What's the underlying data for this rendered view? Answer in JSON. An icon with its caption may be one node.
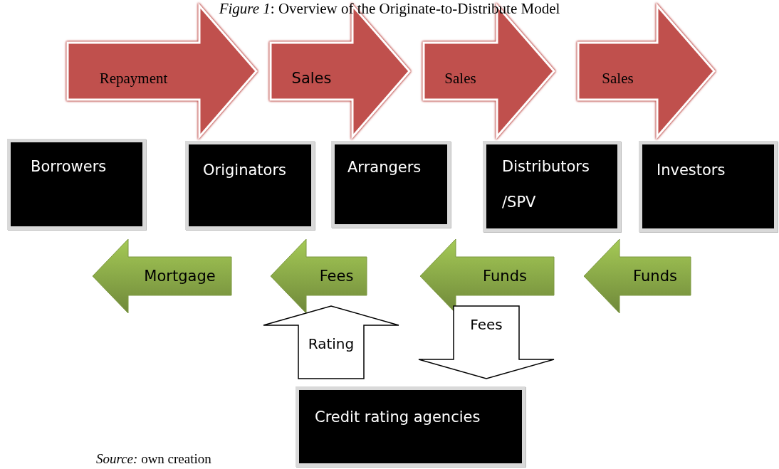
{
  "diagram": {
    "title": "*Figure 1*: Overview of the Originate-to-Distribute Model",
    "nodes": [
      {
        "text": [
          "Borrowers"
        ]
      },
      {
        "text": [
          "Originators"
        ]
      },
      {
        "text": [
          "Arrangers"
        ]
      },
      {
        "text": [
          "Distributors /SPV"
        ]
      },
      {
        "text": [
          "Investors"
        ]
      },
      {
        "text": [
          "Credit rating agencies"
        ]
      }
    ],
    "edges": [
      {
        "from": 0,
        "to": 1,
        "arrow": "to",
        "label": "Repayment",
        "color": "#c0504d"
      },
      {
        "from": 1,
        "to": 2,
        "arrow": "to",
        "label": "Sales",
        "color": "#c0504d"
      },
      {
        "from": 2,
        "to": 3,
        "arrow": "to",
        "label": "Sales",
        "color": "#c0504d"
      },
      {
        "from": 3,
        "to": 4,
        "arrow": "to",
        "label": "Sales",
        "color": "#c0504d"
      },
      {
        "from": 1,
        "to": 0,
        "arrow": "to",
        "label": "Mortgage",
        "color": "#8aa948"
      },
      {
        "from": 2,
        "to": 1,
        "arrow": "to",
        "label": "Fees",
        "color": "#8aa948"
      },
      {
        "from": 3,
        "to": 2,
        "arrow": "to",
        "label": "Funds",
        "color": "#8aa948"
      },
      {
        "from": 4,
        "to": 3,
        "arrow": "to",
        "label": "Funds",
        "color": "#8aa948"
      },
      {
        "from": 5,
        "to": 2,
        "arrow": "to",
        "label": "Rating",
        "color": "#ffffff"
      },
      {
        "from": 2,
        "to": 5,
        "arrow": "to",
        "label": "Fees",
        "color": "#ffffff"
      }
    ],
    "labels": [
      "*Source:* own creation"
    ]
  }
}
